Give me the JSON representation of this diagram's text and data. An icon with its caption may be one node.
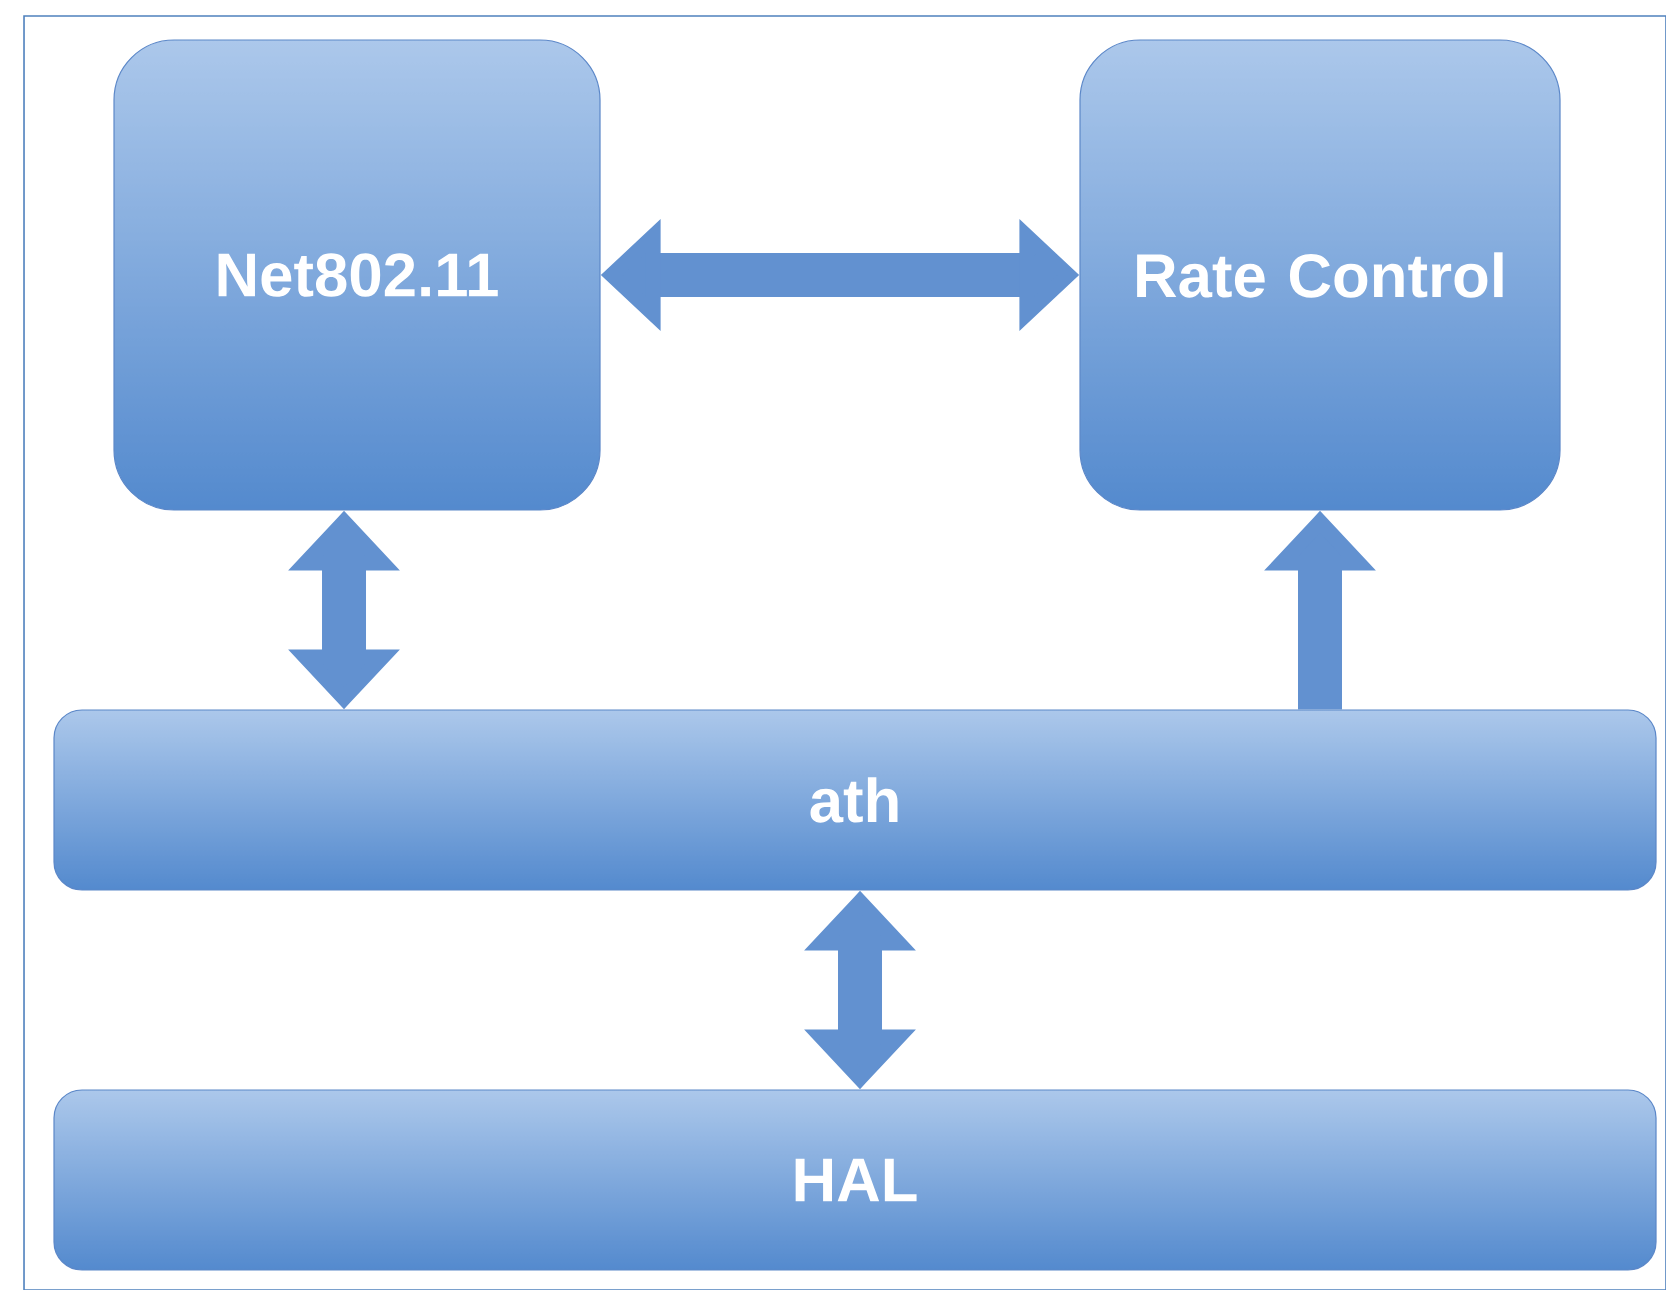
{
  "diagram": {
    "nodes": [
      {
        "text": [
          "Net802.11"
        ]
      },
      {
        "text": [
          "Rate Control"
        ]
      },
      {
        "text": [
          "ath"
        ]
      },
      {
        "text": [
          "HAL"
        ]
      }
    ],
    "edges": [
      {
        "from": 0,
        "to": 1,
        "arrow": "both"
      },
      {
        "from": 0,
        "to": 2,
        "arrow": "both"
      },
      {
        "from": 2,
        "to": 1,
        "arrow": "to"
      },
      {
        "from": 2,
        "to": 3,
        "arrow": "both"
      }
    ]
  }
}
